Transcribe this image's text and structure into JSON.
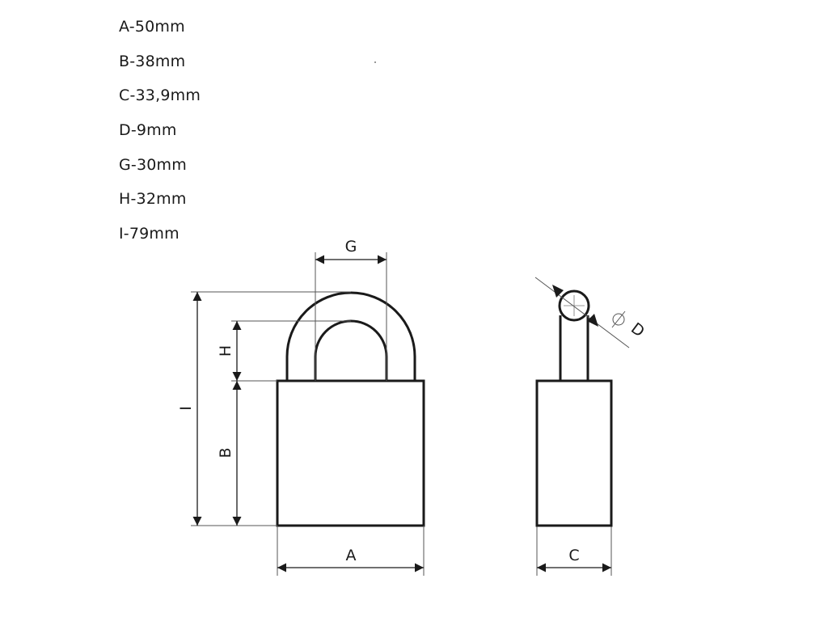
{
  "specs": [
    "A-50mm",
    "B-38mm",
    "C-33,9mm",
    "D-9mm",
    "G-30mm",
    "H-32mm",
    "I-79mm"
  ],
  "labels": {
    "a": "A",
    "b": "B",
    "c": "C",
    "d": "D",
    "g": "G",
    "h": "H",
    "i": "I"
  },
  "colors": {
    "line": "#1a1a1a",
    "extension": "#555555"
  }
}
